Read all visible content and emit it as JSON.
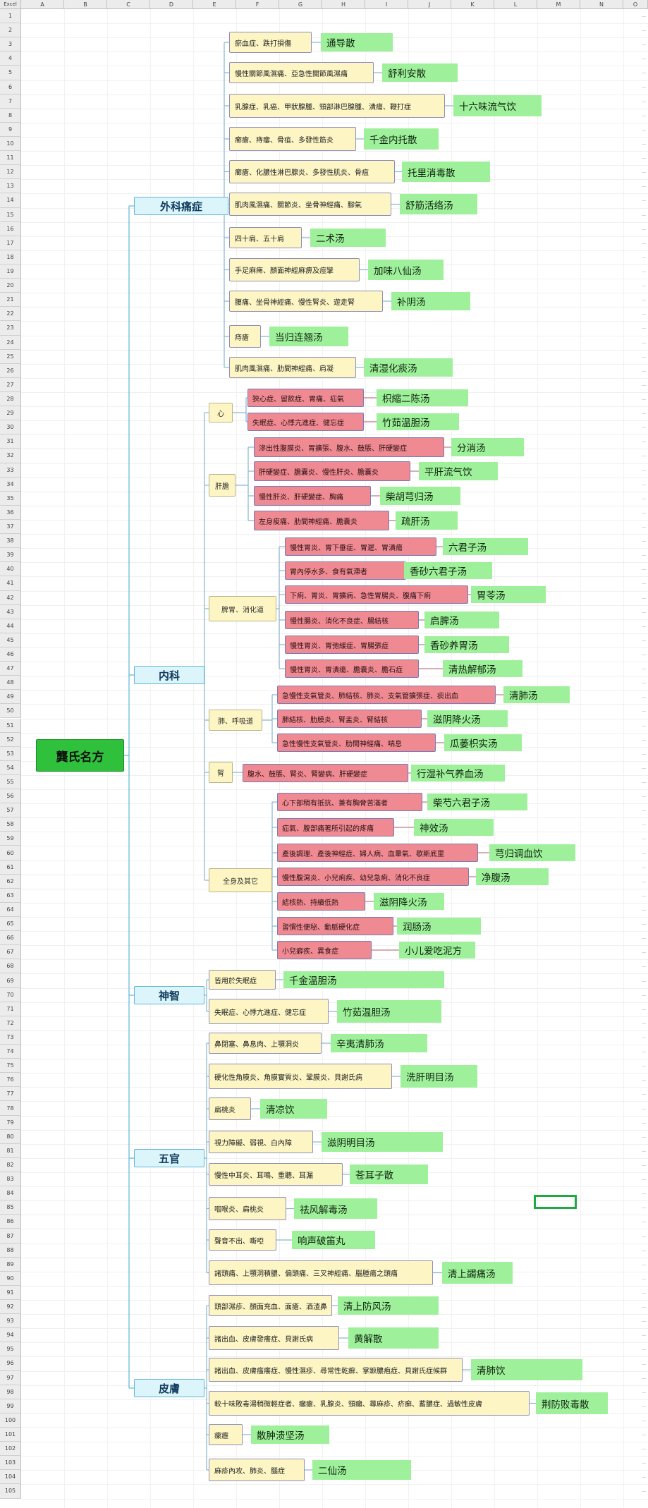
{
  "app": {
    "name": "Excel"
  },
  "columns": [
    "A",
    "B",
    "C",
    "D",
    "E",
    "F",
    "G",
    "H",
    "I",
    "J",
    "K",
    "L",
    "M",
    "N",
    "O"
  ],
  "rows": [
    "1",
    "2",
    "3",
    "4",
    "5",
    "6",
    "7",
    "8",
    "9",
    "10",
    "11",
    "12",
    "13",
    "14",
    "15",
    "16",
    "17",
    "18",
    "19",
    "20",
    "21",
    "22",
    "23",
    "24",
    "25",
    "26",
    "27",
    "28",
    "29",
    "30",
    "31",
    "32",
    "33",
    "34",
    "35",
    "36",
    "37",
    "38",
    "39",
    "40",
    "41",
    "42",
    "43",
    "44",
    "45",
    "46",
    "47",
    "48",
    "49",
    "50",
    "51",
    "52",
    "53",
    "54",
    "55",
    "56",
    "57",
    "58",
    "59",
    "60",
    "61",
    "62",
    "63",
    "64",
    "65",
    "66",
    "67",
    "68",
    "69",
    "70",
    "71",
    "72",
    "73",
    "74",
    "75",
    "76",
    "77",
    "78",
    "79",
    "80",
    "81",
    "82",
    "83",
    "84",
    "85",
    "86",
    "87",
    "88",
    "89",
    "90",
    "91",
    "92",
    "93",
    "94",
    "95",
    "96",
    "97",
    "98",
    "99",
    "100",
    "101",
    "102",
    "103",
    "104",
    "105"
  ],
  "mindmap": {
    "root": "龔氏名方",
    "branches": [
      {
        "label": "外科痛症",
        "items": [
          {
            "symptom": "瘀血症、跌打損傷",
            "formula": "通导散"
          },
          {
            "symptom": "慢性關節風濕痛、亞急性關節風濕痛",
            "formula": "舒利安散"
          },
          {
            "symptom": "乳腺症、乳癌、甲狀腺腫、頸部淋巴腺腫、潰瘍、鞭打症",
            "formula": "十六味流气饮"
          },
          {
            "symptom": "癤瘡、痔瘻、骨疽、多發性筋炎",
            "formula": "千金内托散"
          },
          {
            "symptom": "癤瘡、化膿性淋巴腺炎、多發性肌炎、骨疽",
            "formula": "托里消毒散"
          },
          {
            "symptom": "肌肉風濕痛、關節炎、坐骨神經痛、腳氣",
            "formula": "舒筋活络汤"
          },
          {
            "symptom": "四十肩、五十肩",
            "formula": "二术汤"
          },
          {
            "symptom": "手足麻痺、顏面神經麻痹及痙攣",
            "formula": "加味八仙汤"
          },
          {
            "symptom": "腰痛、坐骨神經痛、慢性腎炎、遊走腎",
            "formula": "补阴汤"
          },
          {
            "symptom": "痔瘡",
            "formula": "当归连翘汤"
          },
          {
            "symptom": "肌肉風濕痛、肋間神經痛、肩凝",
            "formula": "清湿化痰汤"
          }
        ]
      },
      {
        "label": "内科",
        "groups": [
          {
            "label": "心",
            "items": [
              {
                "symptom": "狹心症、留飲症、胃痛、疝氣",
                "formula": "枳縮二陈汤"
              },
              {
                "symptom": "失眠症、心悸亢進症、健忘症",
                "formula": "竹茹温胆汤"
              }
            ]
          },
          {
            "label": "肝膽",
            "items": [
              {
                "symptom": "滲出性腹膜炎、胃擴張、腹水、鼓脹、肝硬變症",
                "formula": "分消汤"
              },
              {
                "symptom": "肝硬變症、膽囊炎、慢性肝炎、膽囊炎",
                "formula": "平肝流气饮"
              },
              {
                "symptom": "慢性肝炎、肝硬變症、胸痛",
                "formula": "柴胡芎归汤"
              },
              {
                "symptom": "左身痠痛、肋間神經痛、膽囊炎",
                "formula": "疏肝汤"
              }
            ]
          },
          {
            "label": "脾胃、消化道",
            "items": [
              {
                "symptom": "慢性胃炎、胃下垂症、胃遲、胃潰瘍",
                "formula": "六君子汤"
              },
              {
                "symptom": "胃內停水多、食有氣滯者",
                "formula": "香砂六君子汤"
              },
              {
                "symptom": "下痢、胃炎、胃擴病、急性胃腸炎、腹痛下痢",
                "formula": "胃苓汤"
              },
              {
                "symptom": "慢性腸炎、消化不良症、腸結核",
                "formula": "启脾汤"
              },
              {
                "symptom": "慢性胃炎、胃弛緩症、胃腸張症",
                "formula": "香砂养胃汤"
              },
              {
                "symptom": "慢性胃炎、胃潰瘍、膽囊炎、膽石症",
                "formula": "清热解郁汤"
              }
            ]
          },
          {
            "label": "肺、呼吸道",
            "items": [
              {
                "symptom": "急慢性支氣管炎、肺結核、肺炎、支氣管擴張症、痰出血",
                "formula": "清肺汤"
              },
              {
                "symptom": "肺結核、肋膜炎、腎盂炎、腎結核",
                "formula": "滋阴降火汤"
              },
              {
                "symptom": "急性慢性支氣管炎、肋間神經痛、喘息",
                "formula": "瓜蒌枳实汤"
              }
            ]
          },
          {
            "label": "腎",
            "items": [
              {
                "symptom": "腹水、鼓脹、腎炎、腎變病、肝硬變症",
                "formula": "行湿补气养血汤"
              }
            ]
          },
          {
            "label": "全身及其它",
            "items": [
              {
                "symptom": "心下部稍有抵抗、兼有胸脅苦滿者",
                "formula": "柴芍六君子汤"
              },
              {
                "symptom": "疝氣、腹部痛著所引起的疼痛",
                "formula": "神效汤"
              },
              {
                "symptom": "產後調理、產後神經症、婦人病、血暈氣、歇斯底里",
                "formula": "芎归调血饮"
              },
              {
                "symptom": "慢性腹瀉炎、小兒痢疾、幼兒急痢、消化不良症",
                "formula": "净腹汤"
              },
              {
                "symptom": "結核熱、持續低熱",
                "formula": "滋阴降火汤"
              },
              {
                "symptom": "習慣性便秘、動脈硬化症",
                "formula": "润肠汤"
              },
              {
                "symptom": "小兒癖疾、異食症",
                "formula": "小儿爱吃泥方"
              }
            ]
          }
        ]
      },
      {
        "label": "神智",
        "items": [
          {
            "symptom": "皆用於失眠症",
            "formula": "千金温胆汤"
          },
          {
            "symptom": "失眠症、心悸亢進症、健忘症",
            "formula": "竹茹温胆汤"
          }
        ]
      },
      {
        "label": "五官",
        "items": [
          {
            "symptom": "鼻閉塞、鼻息肉、上顎洞炎",
            "formula": "辛夷清肺汤"
          },
          {
            "symptom": "硬化性角膜炎、角膜實質炎、鞏膜炎、貝謝氏病",
            "formula": "洗肝明目汤"
          },
          {
            "symptom": "扁桃炎",
            "formula": "清凉饮"
          },
          {
            "symptom": "視力障礙、弱視、白內障",
            "formula": "滋阴明目汤"
          },
          {
            "symptom": "慢性中耳炎、耳鳴、重聽、耳漏",
            "formula": "苍耳子散"
          },
          {
            "symptom": "咽喉炎、扁桃炎",
            "formula": "祛风解毒汤"
          },
          {
            "symptom": "聲音不出、嘶啞",
            "formula": "响声破笛丸"
          },
          {
            "symptom": "諸頭痛、上顎洞積膿、偏頭痛、三叉神經痛、腦腫瘍之頭痛",
            "formula": "清上蠲痛汤"
          }
        ]
      },
      {
        "label": "皮膚",
        "items": [
          {
            "symptom": "頭部濕疹、顏面充血、面瘡、酒渣鼻",
            "formula": "清上防风汤"
          },
          {
            "symptom": "諸出血、皮膚發癢症、貝謝氏病",
            "formula": "黄解散"
          },
          {
            "symptom": "諸出血、皮膚瘙癢症、慢性濕疹、尋常性乾癬、掌蹠膿疱症、貝謝氏症候群",
            "formula": "清肺饮"
          },
          {
            "symptom": "較十味敗毒湯稍微輕症者、癰瘡、乳腺炎、頸癰、蕁麻疹、疥癬、蓄膿症、過敏性皮膚",
            "formula": "荆防败毒散"
          },
          {
            "symptom": "瘰癧",
            "formula": "散肿溃坚汤"
          },
          {
            "symptom": "麻疹內攻、肺炎、腦症",
            "formula": "二仙汤"
          }
        ]
      }
    ]
  }
}
